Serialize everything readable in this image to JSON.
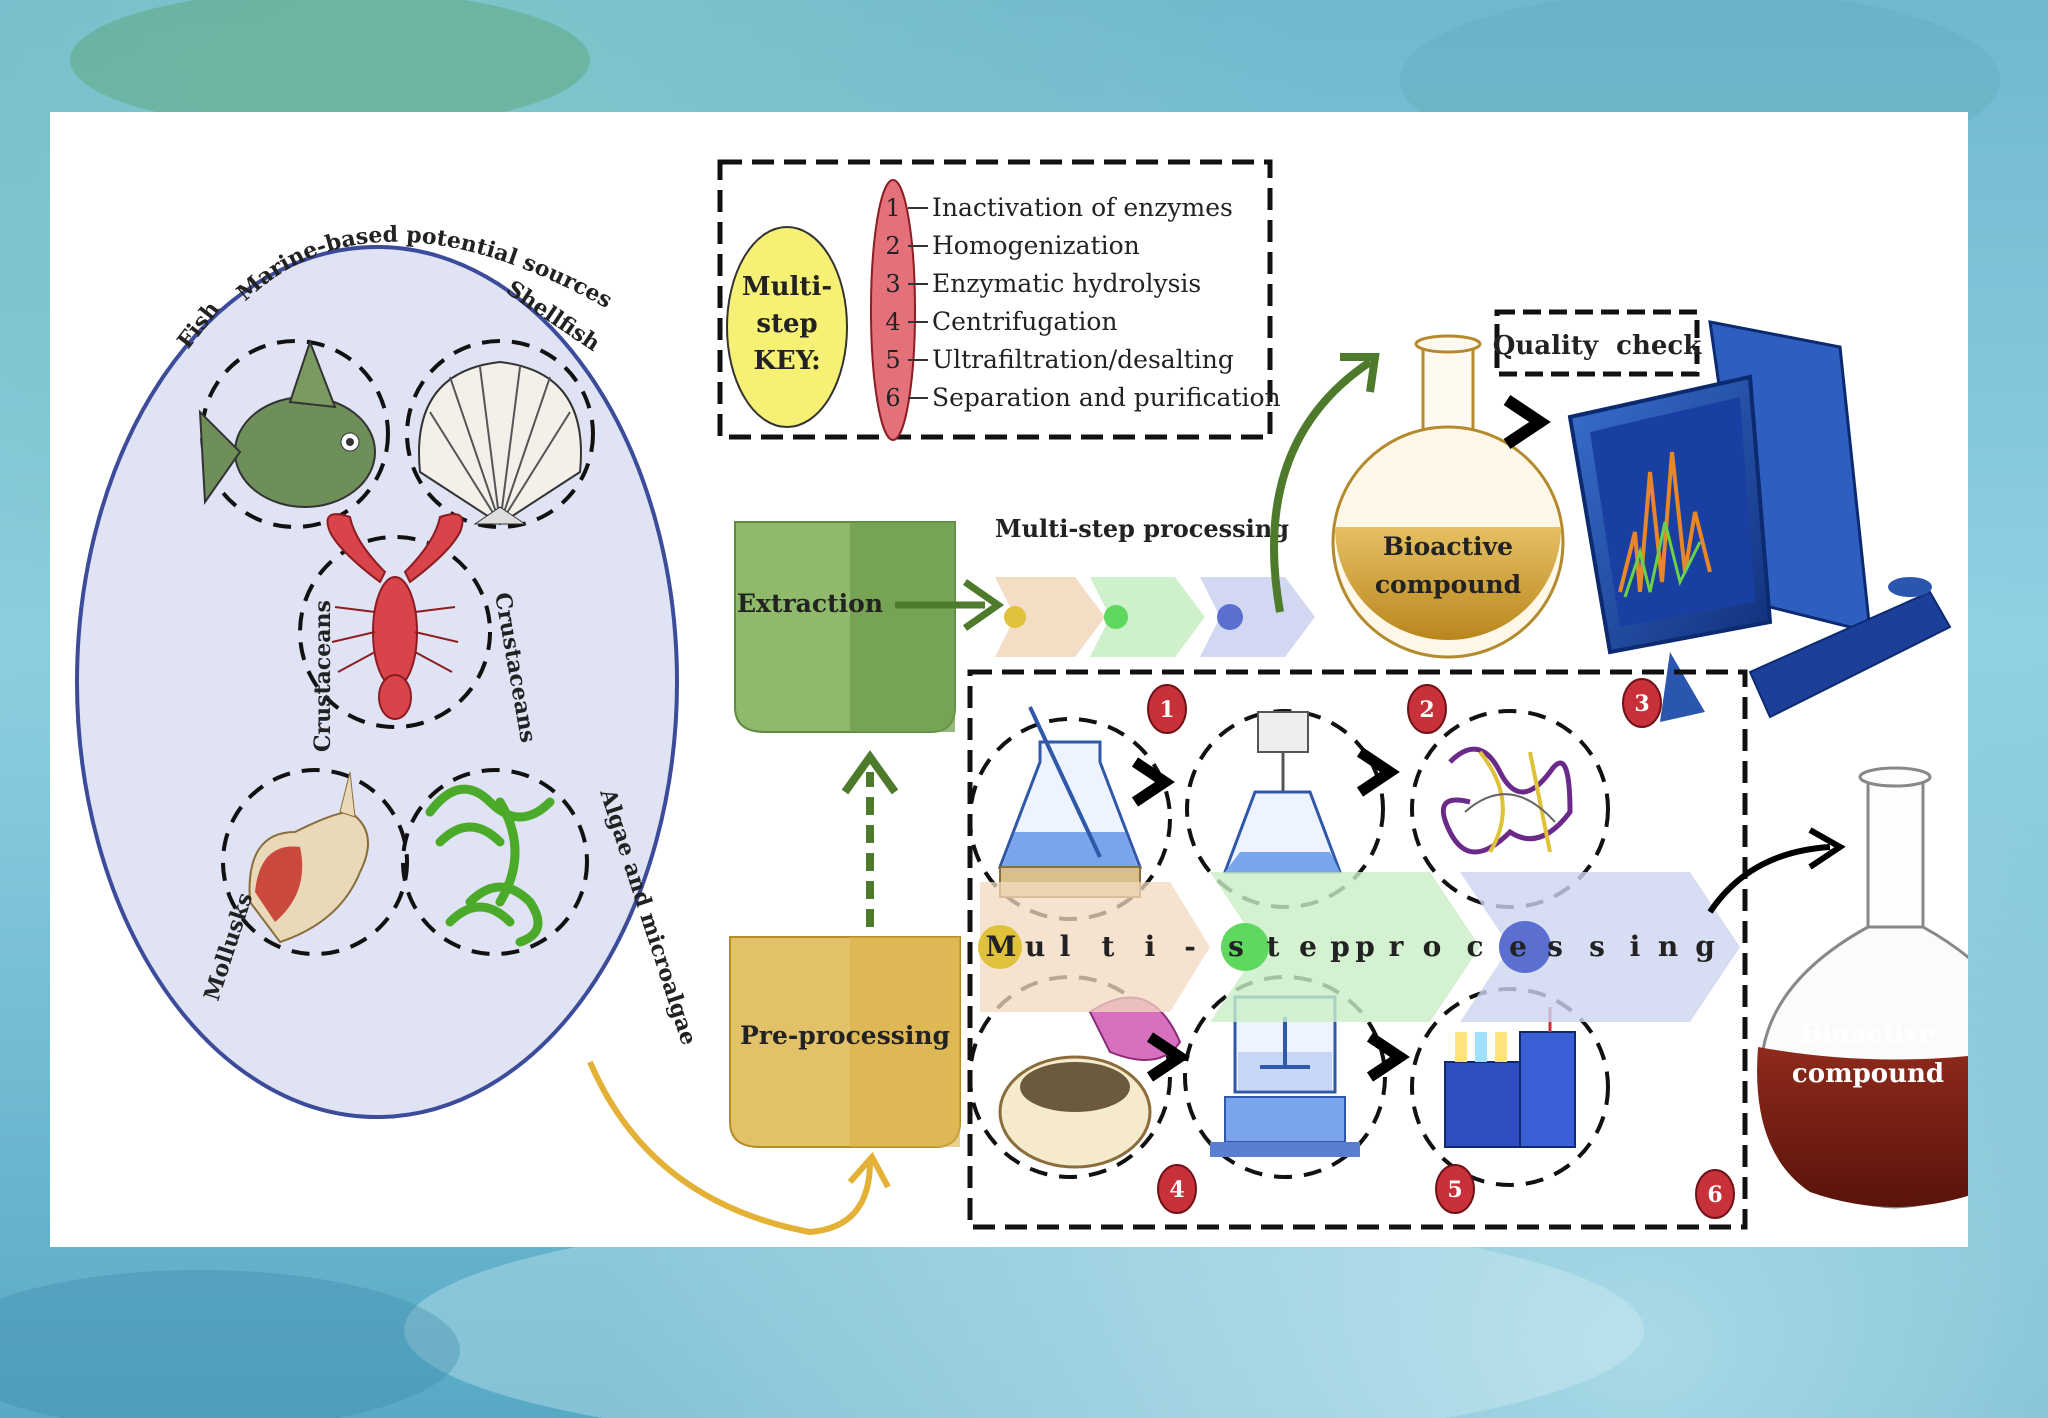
{
  "sources": {
    "title": "Marine-based potential sources",
    "fish": "Fish",
    "shellfish": "Shellfish",
    "crustaceans_left": "Crustaceans",
    "crustaceans_right": "Crustaceans",
    "mollusks": "Mollusks",
    "algae": "Algae and microalgae"
  },
  "key": {
    "label_line1": "Multi-",
    "label_line2": "step",
    "label_line3": "KEY:",
    "numbers": [
      "1",
      "2",
      "3",
      "4",
      "5",
      "6"
    ],
    "steps": [
      "Inactivation of enzymes",
      "Homogenization",
      "Enzymatic hydrolysis",
      "Centrifugation",
      "Ultrafiltration/desalting",
      "Separation and purification"
    ]
  },
  "flow": {
    "extraction": "Extraction",
    "preprocessing": "Pre-processing",
    "multistep_top": "Multi-step processing",
    "multistep_letters": [
      "M",
      "u",
      "l",
      "t",
      "i",
      "-",
      "s",
      "t",
      "e",
      "p",
      "p",
      "r",
      "o",
      "c",
      "e",
      "s",
      "s",
      "i",
      "n",
      "g"
    ],
    "bioactive_top_1": "Bioactive",
    "bioactive_top_2": "compound",
    "bioactive_bottom_1": "Bioactive",
    "bioactive_bottom_2": "compound",
    "quality_check": "Quality  check"
  },
  "badges": [
    "1",
    "2",
    "3",
    "4",
    "5",
    "6"
  ],
  "colors": {
    "ellipse_fill": "#dfe3f4",
    "ellipse_stroke": "#3c4b9a",
    "extraction_green": "#6c9b4a",
    "preprocessing_gold": "#d9b24a",
    "bioactive_gold": "#c99a2e",
    "bioactive_brown": "#7a1f14",
    "badge_red": "#c8303a",
    "key_oval_red": "#e4707a",
    "key_yellow": "#f6f175"
  }
}
